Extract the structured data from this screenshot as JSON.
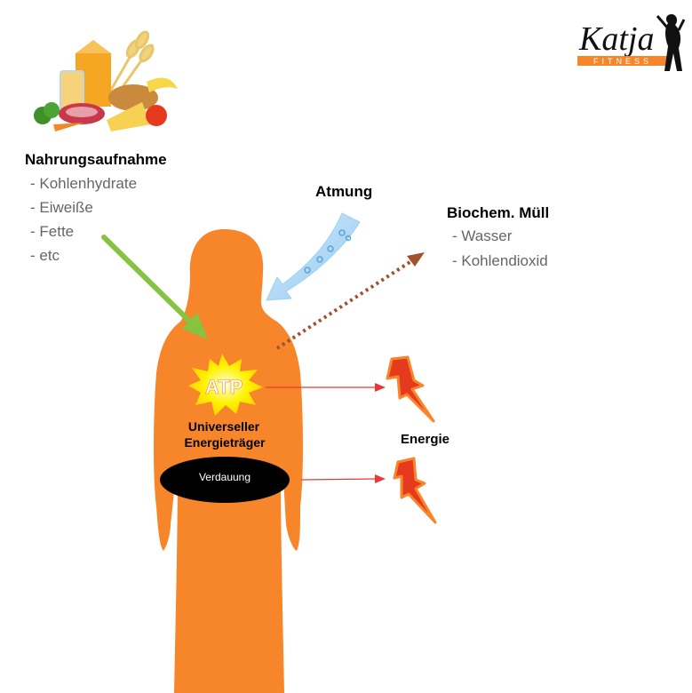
{
  "logo": {
    "text": "Katja",
    "subtext": "FITNESS"
  },
  "food": {
    "title": "Nahrungsaufnahme",
    "items": [
      "- Kohlenhydrate",
      "- Eiweiße",
      "- Fette",
      "- etc"
    ]
  },
  "atmung": {
    "label": "Atmung"
  },
  "waste": {
    "title": "Biochem. Müll",
    "items": [
      "- Wasser",
      "- Kohlendioxid"
    ]
  },
  "atp": {
    "label": "ATP",
    "caption_line1": "Universeller",
    "caption_line2": "Energieträger"
  },
  "verdauung": {
    "label": "Verdauung"
  },
  "energie": {
    "label": "Energie"
  },
  "colors": {
    "body": "#f7862b",
    "food_arrow": "#86c341",
    "breath_arrow": "#9fd1f2",
    "waste_arrow": "#a0522d",
    "energy_arrow": "#e53935",
    "bolt_fill": "#e53a1e",
    "bolt_stroke": "#f7862b",
    "atp_star": "#fff200"
  }
}
